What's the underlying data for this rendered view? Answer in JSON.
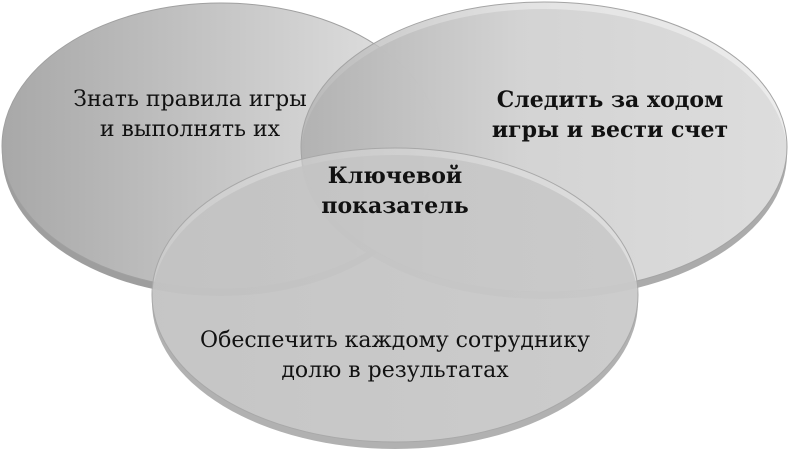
{
  "diagram": {
    "type": "venn",
    "circles": [
      {
        "id": "left",
        "label_lines": [
          "Знать правила игры",
          "и выполнять их"
        ],
        "bold": false
      },
      {
        "id": "right",
        "label_lines": [
          "Следить за ходом",
          "игры и вести счет"
        ],
        "bold": true
      },
      {
        "id": "bottom",
        "label_lines": [
          "Обеспечить каждому сотруднику",
          "долю в результатах"
        ],
        "bold": false
      }
    ],
    "center": {
      "label_lines": [
        "Ключевой",
        "показатель"
      ],
      "bold": true
    },
    "colors": {
      "fill_dark": "#a9a9a9",
      "fill_light": "#e6e6e6",
      "edge": "#9c9c9c",
      "text": "#111111"
    }
  }
}
